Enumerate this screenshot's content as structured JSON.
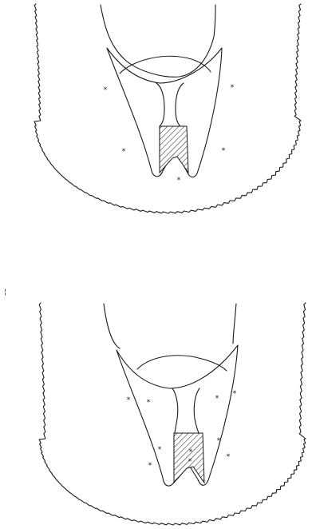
{
  "figures": [
    {
      "id": "upper",
      "star_glyph": "*",
      "star_count": 5
    },
    {
      "id": "lower",
      "star_glyph": "*",
      "star_count": 10
    }
  ],
  "stray_mark": "¦",
  "colors": {
    "ink": "#1a1a1a",
    "background": "#ffffff"
  }
}
